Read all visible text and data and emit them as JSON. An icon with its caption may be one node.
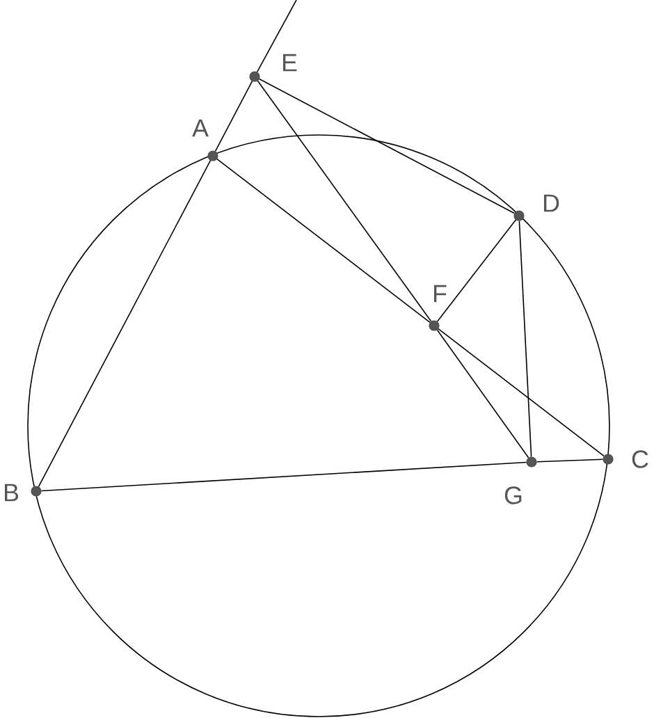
{
  "diagram": {
    "nodes": [
      {
        "text": [],
        "shape": "circle",
        "beside": [
          "E"
        ]
      },
      {
        "text": [],
        "shape": "circle",
        "beside": [
          "A"
        ]
      },
      {
        "text": [],
        "shape": "circle",
        "beside": [
          "D"
        ]
      },
      {
        "text": [],
        "shape": "circle",
        "beside": [
          "F"
        ]
      },
      {
        "text": [],
        "shape": "circle",
        "beside": [
          "B"
        ]
      },
      {
        "text": [],
        "shape": "circle",
        "beside": [
          "G"
        ]
      },
      {
        "text": [],
        "shape": "circle",
        "beside": [
          "C"
        ]
      }
    ],
    "edges": [
      {
        "from": 0,
        "to": null,
        "arrow": "none"
      },
      {
        "from": 0,
        "to": 1,
        "arrow": "none"
      },
      {
        "from": 1,
        "to": 4,
        "arrow": "none"
      },
      {
        "from": 1,
        "to": 3,
        "arrow": "none"
      },
      {
        "from": 3,
        "to": 6,
        "arrow": "none"
      },
      {
        "from": 0,
        "to": 3,
        "arrow": "none"
      },
      {
        "from": 3,
        "to": 5,
        "arrow": "none"
      },
      {
        "from": 0,
        "to": 2,
        "arrow": "none"
      },
      {
        "from": 3,
        "to": 2,
        "arrow": "none"
      },
      {
        "from": 2,
        "to": 5,
        "arrow": "none"
      },
      {
        "from": 4,
        "to": 5,
        "arrow": "none"
      },
      {
        "from": 5,
        "to": 6,
        "arrow": "none"
      }
    ]
  }
}
